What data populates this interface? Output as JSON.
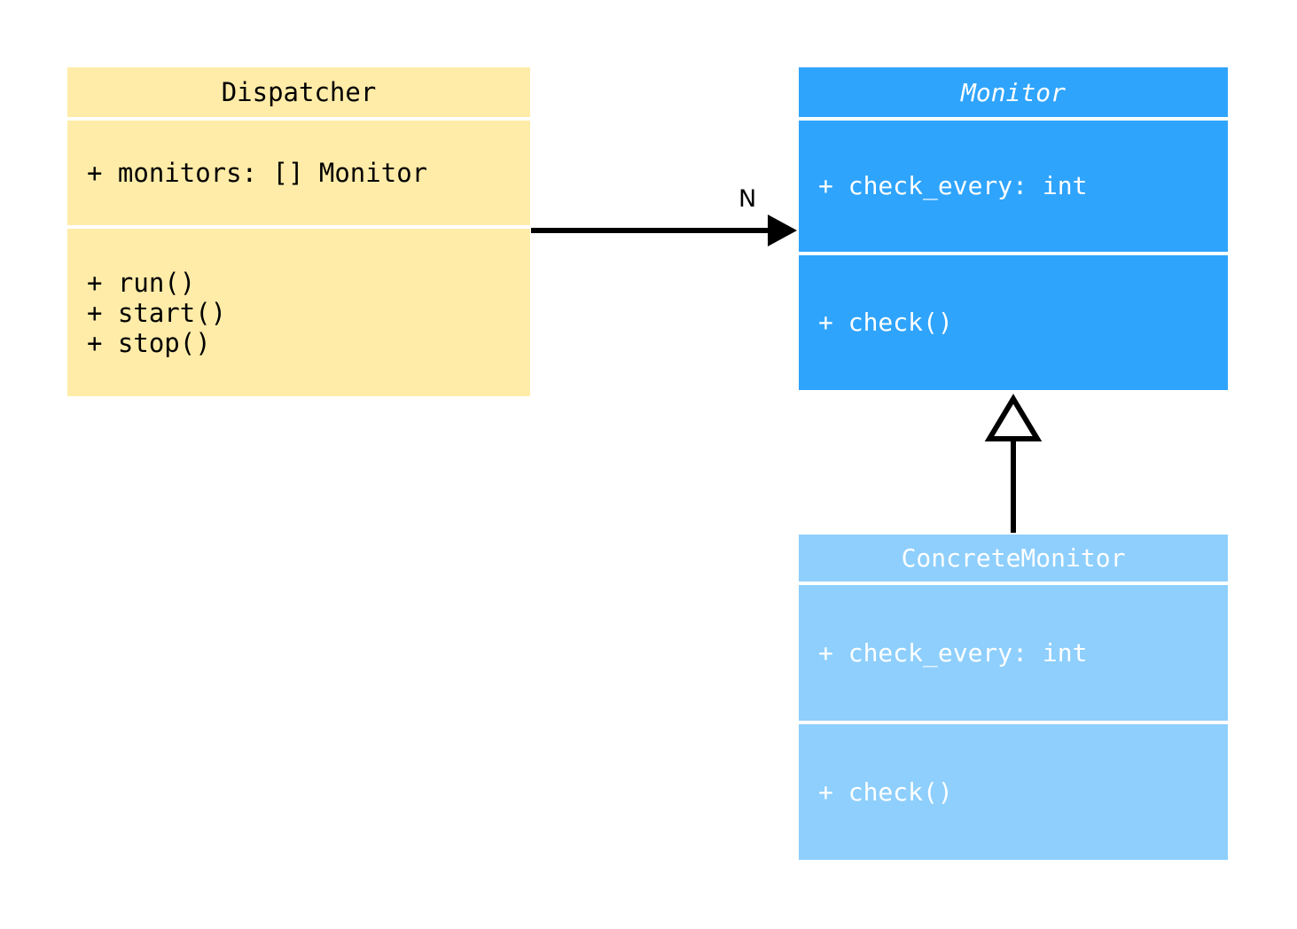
{
  "diagram": {
    "type": "uml-class-diagram",
    "background_color": "#ffffff",
    "classes": [
      {
        "id": "dispatcher",
        "name": "Dispatcher",
        "abstract": false,
        "fill_color": "#ffeca8",
        "text_color": "#000000",
        "attributes": [
          "+ monitors: [] Monitor"
        ],
        "operations": [
          "+ run()",
          "+ start()",
          "+ stop()"
        ]
      },
      {
        "id": "monitor",
        "name": "Monitor",
        "abstract": true,
        "fill_color": "#2fa4fc",
        "text_color": "#ffffff",
        "attributes": [
          "+ check_every: int"
        ],
        "operations": [
          "+ check()"
        ]
      },
      {
        "id": "concretemonitor",
        "name": "ConcreteMonitor",
        "abstract": false,
        "fill_color": "#8ecffd",
        "text_color": "#ffffff",
        "attributes": [
          "+ check_every: int"
        ],
        "operations": [
          "+ check()"
        ]
      }
    ],
    "relationships": [
      {
        "id": "dispatcher-to-monitor",
        "kind": "association",
        "from": "Dispatcher",
        "to": "Monitor",
        "arrowhead": "solid-filled",
        "label": "N",
        "line_color": "#000000"
      },
      {
        "id": "concretemonitor-to-monitor",
        "kind": "generalization",
        "from": "ConcreteMonitor",
        "to": "Monitor",
        "arrowhead": "hollow-triangle",
        "label": "",
        "line_color": "#000000"
      }
    ]
  }
}
